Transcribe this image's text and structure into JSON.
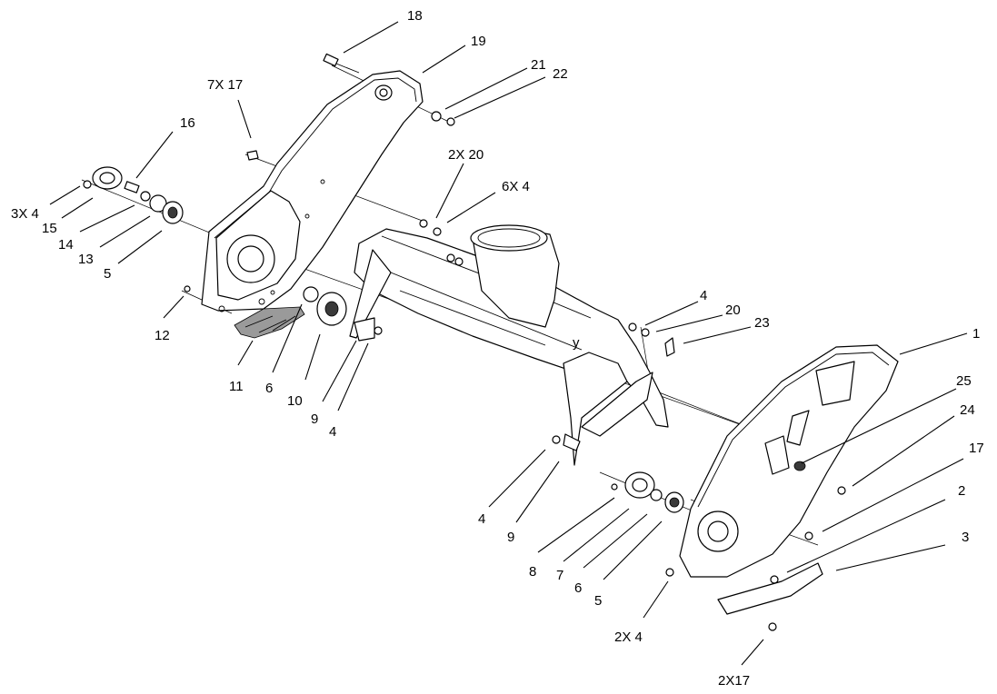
{
  "callouts": [
    {
      "id": "c18",
      "text": "18"
    },
    {
      "id": "c19",
      "text": "19"
    },
    {
      "id": "c21",
      "text": "21"
    },
    {
      "id": "c22",
      "text": "22"
    },
    {
      "id": "c7x17",
      "text": "7X 17"
    },
    {
      "id": "c16",
      "text": "16"
    },
    {
      "id": "c2x20",
      "text": "2X 20"
    },
    {
      "id": "c6x4",
      "text": "6X 4"
    },
    {
      "id": "c3x4",
      "text": "3X 4"
    },
    {
      "id": "c15",
      "text": "15"
    },
    {
      "id": "c14",
      "text": "14"
    },
    {
      "id": "c13",
      "text": "13"
    },
    {
      "id": "c5a",
      "text": "5"
    },
    {
      "id": "c12",
      "text": "12"
    },
    {
      "id": "c11",
      "text": "11"
    },
    {
      "id": "c6a",
      "text": "6"
    },
    {
      "id": "c10",
      "text": "10"
    },
    {
      "id": "c9a",
      "text": "9"
    },
    {
      "id": "c4a",
      "text": "4"
    },
    {
      "id": "c4b",
      "text": "4"
    },
    {
      "id": "c20",
      "text": "20"
    },
    {
      "id": "c23",
      "text": "23"
    },
    {
      "id": "c1",
      "text": "1"
    },
    {
      "id": "c25",
      "text": "25"
    },
    {
      "id": "c24",
      "text": "24"
    },
    {
      "id": "c17",
      "text": "17"
    },
    {
      "id": "c2",
      "text": "2"
    },
    {
      "id": "c3",
      "text": "3"
    },
    {
      "id": "c4c",
      "text": "4"
    },
    {
      "id": "c9b",
      "text": "9"
    },
    {
      "id": "c8",
      "text": "8"
    },
    {
      "id": "c7",
      "text": "7"
    },
    {
      "id": "c6b",
      "text": "6"
    },
    {
      "id": "c5b",
      "text": "5"
    },
    {
      "id": "c2x4",
      "text": "2X 4"
    },
    {
      "id": "c2x17",
      "text": "2X17"
    },
    {
      "id": "cy",
      "text": "y"
    }
  ]
}
